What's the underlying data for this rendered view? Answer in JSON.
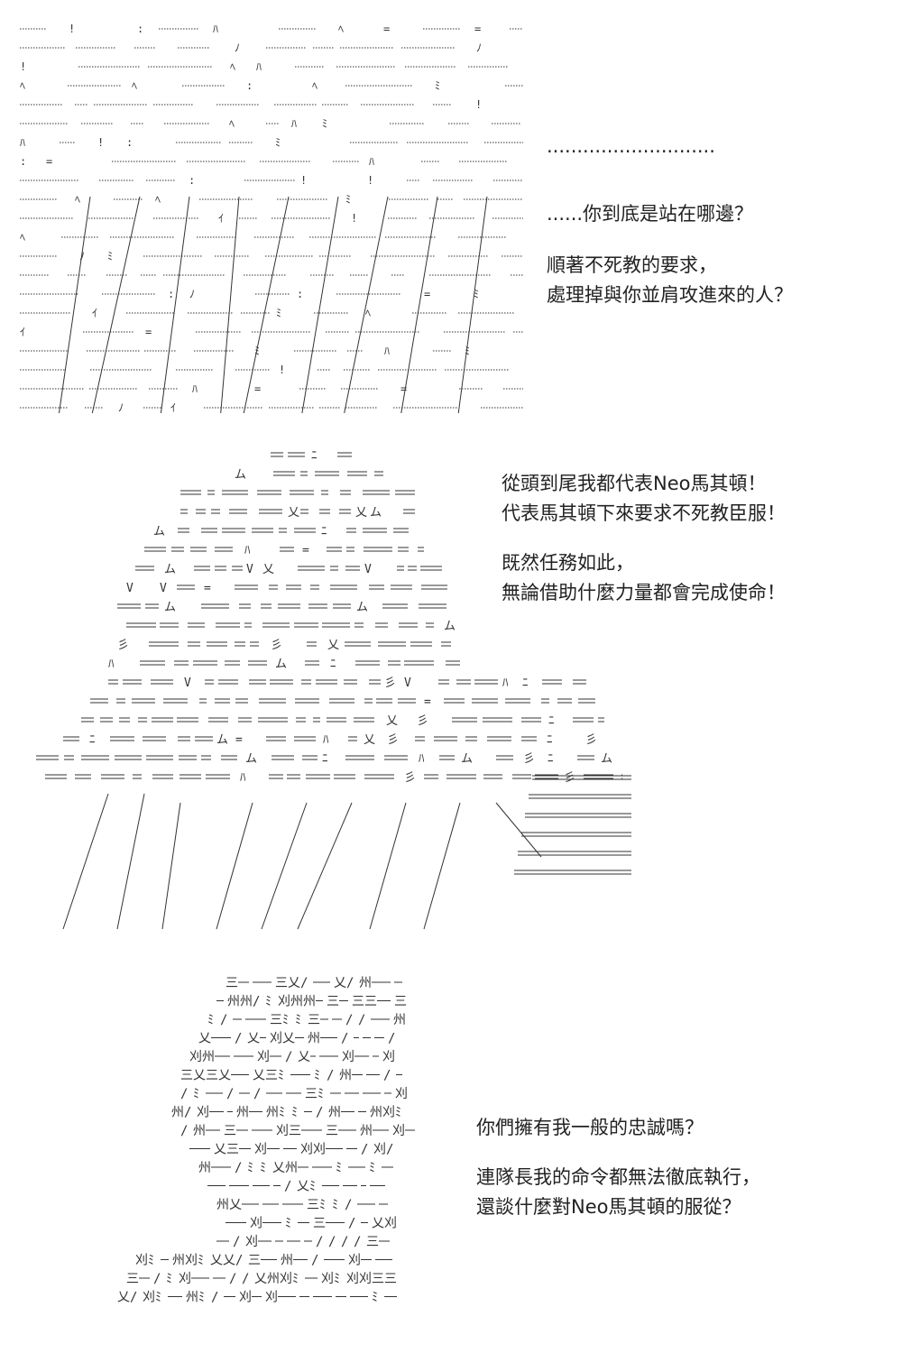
{
  "panels": [
    {
      "lines": [
        "............................",
        "......你到底是站在哪邊？",
        "順著不死教的要求，",
        "處理掉與你並肩攻進來的人？"
      ]
    },
    {
      "lines": [
        "從頭到尾我都代表Neo馬其頓！",
        "代表馬其頓下來要求不死教臣服！",
        "既然任務如此，",
        "無論借助什麼力量都會完成使命！"
      ]
    },
    {
      "lines": [
        "你們擁有我一般的忠誠嗎？",
        "連隊長我的命令都無法徹底執行，",
        "還談什麼對Neo馬其頓的服從？"
      ]
    }
  ],
  "art": {
    "panel_1": {
      "name": "shift-jis-art-figure-facing-crowd",
      "fragments": [
        "=",
        "ﾐ",
        "!",
        "ﾊ",
        "ﾉ",
        "ｲ",
        "ﾍ",
        ":"
      ]
    },
    "panel_2": {
      "name": "shift-jis-art-figure-with-helmet",
      "fragments": [
        "=",
        "ﾆ",
        "ム",
        "V",
        "ﾊ",
        "乂",
        "彡"
      ]
    },
    "panel_3": {
      "name": "shift-jis-art-figure-closeup",
      "fragments": [
        "州",
        "三",
        "刈",
        "ﾐ",
        "乂",
        "/"
      ]
    }
  }
}
